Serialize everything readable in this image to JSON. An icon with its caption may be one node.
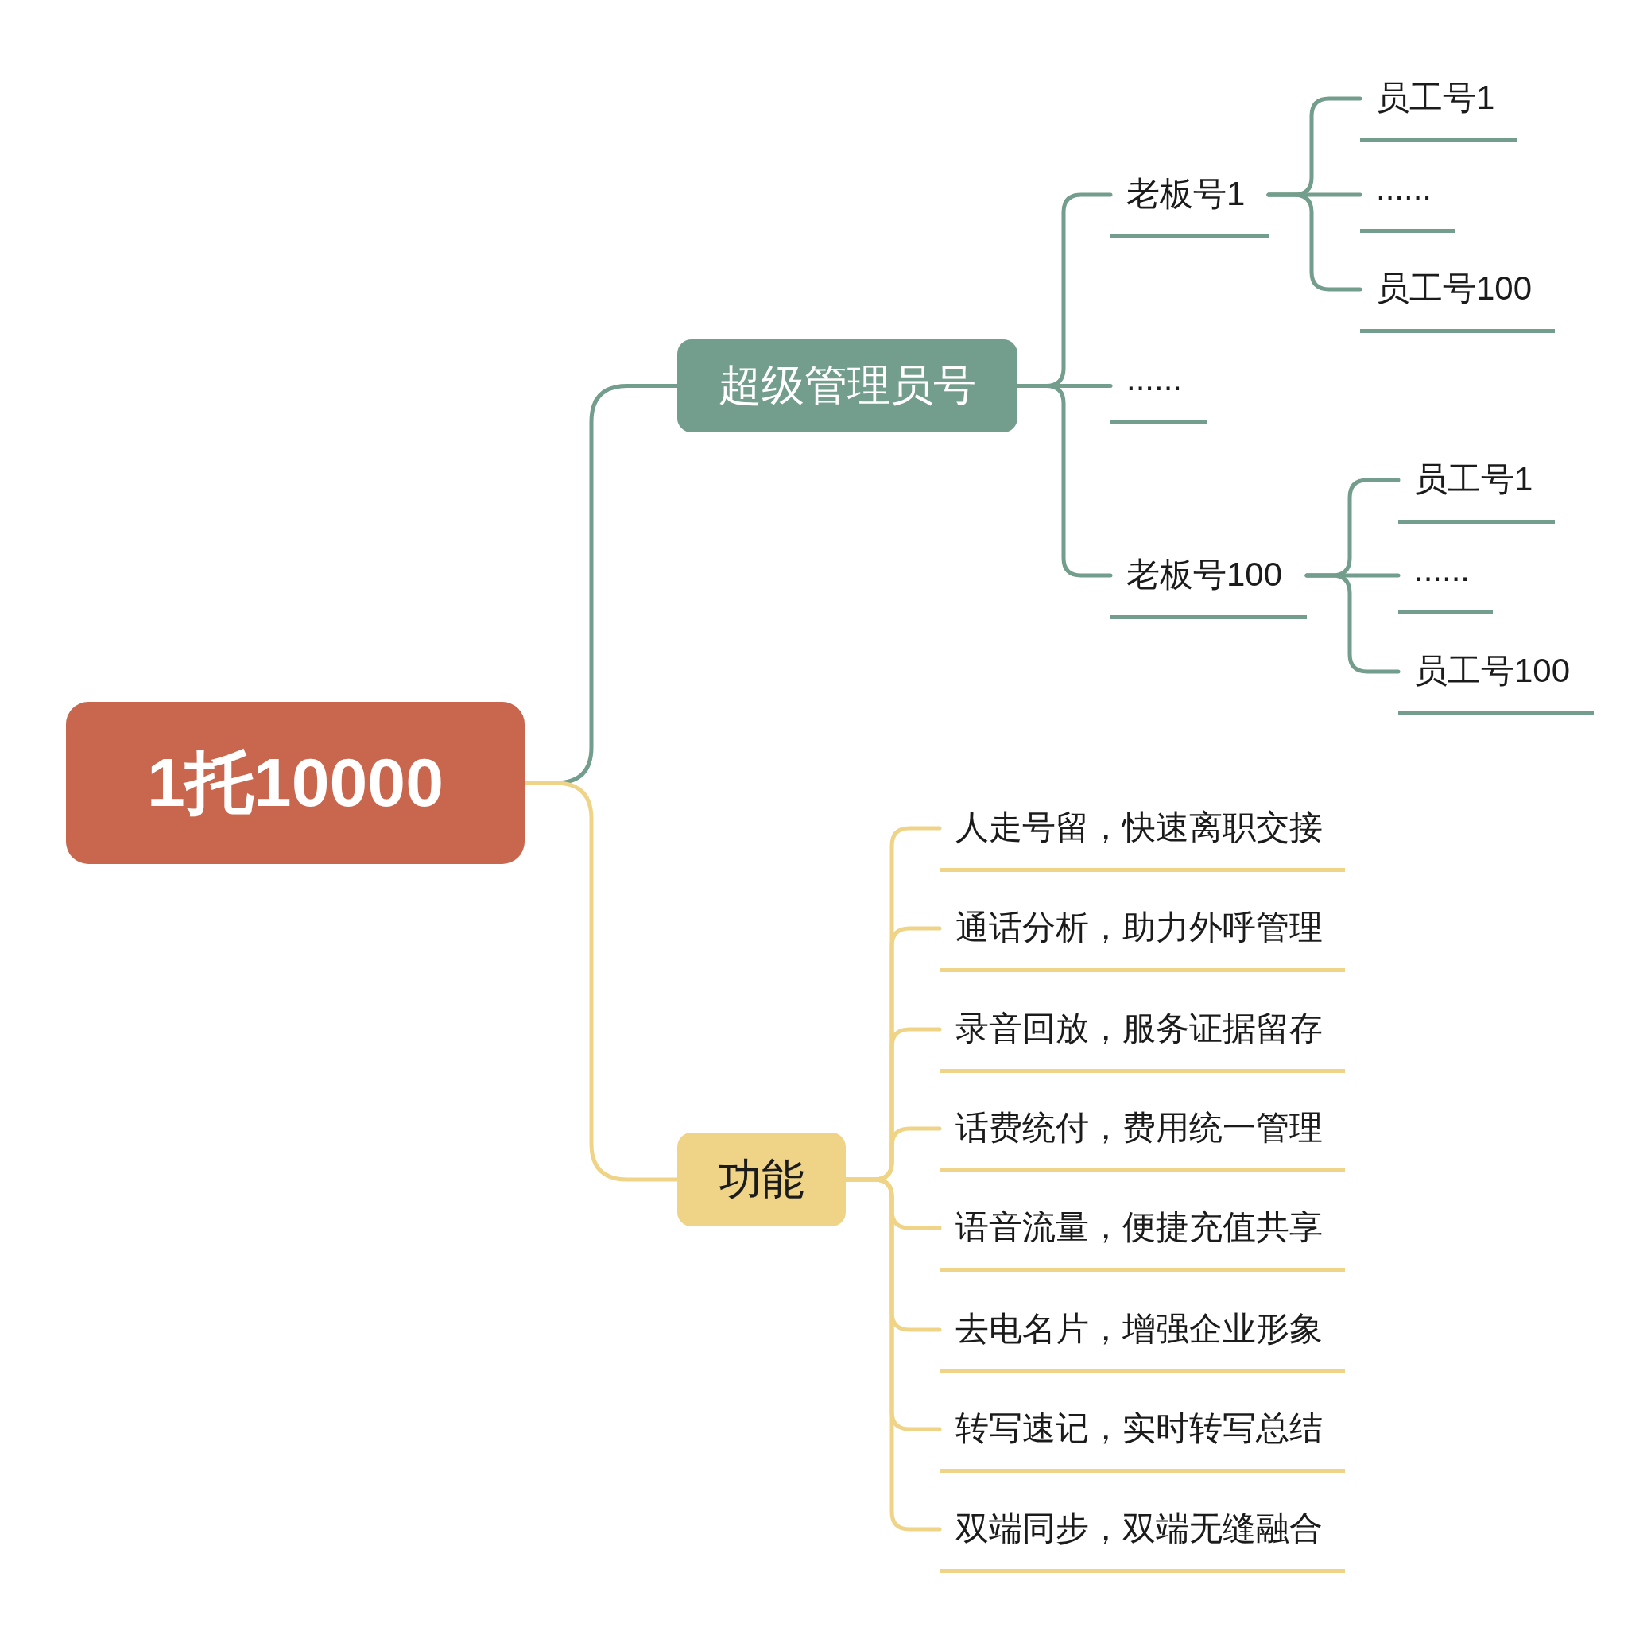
{
  "diagram": {
    "nodes": [
      {
        "text": [
          "1托10000"
        ]
      },
      {
        "text": [
          "超级管理员号"
        ]
      },
      {
        "text": [
          "老板号1"
        ]
      },
      {
        "text": [
          "员工号1"
        ]
      },
      {
        "text": [
          "......"
        ]
      },
      {
        "text": [
          "员工号100"
        ]
      },
      {
        "text": [
          "......"
        ]
      },
      {
        "text": [
          "老板号100"
        ]
      },
      {
        "text": [
          "员工号1"
        ]
      },
      {
        "text": [
          "......"
        ]
      },
      {
        "text": [
          "员工号100"
        ]
      },
      {
        "text": [
          "功能"
        ]
      },
      {
        "text": [
          "人走号留，快速离职交接"
        ]
      },
      {
        "text": [
          "通话分析，助力外呼管理"
        ]
      },
      {
        "text": [
          "录音回放，服务证据留存"
        ]
      },
      {
        "text": [
          "话费统付，费用统一管理"
        ]
      },
      {
        "text": [
          "语音流量，便捷充值共享"
        ]
      },
      {
        "text": [
          "去电名片，增强企业形象"
        ]
      },
      {
        "text": [
          "转写速记，实时转写总结"
        ]
      },
      {
        "text": [
          "双端同步，双端无缝融合"
        ]
      }
    ],
    "edges": [
      {
        "from": 0,
        "to": 1,
        "arrow": "none"
      },
      {
        "from": 0,
        "to": 11,
        "arrow": "none",
        "color": "#efd488"
      },
      {
        "from": 1,
        "to": 2,
        "arrow": "none"
      },
      {
        "from": 1,
        "to": 6,
        "arrow": "none"
      },
      {
        "from": 1,
        "to": 7,
        "arrow": "none"
      },
      {
        "from": 2,
        "to": 3,
        "arrow": "none"
      },
      {
        "from": 2,
        "to": 4,
        "arrow": "none"
      },
      {
        "from": 2,
        "to": 5,
        "arrow": "none"
      },
      {
        "from": 7,
        "to": 8,
        "arrow": "none"
      },
      {
        "from": 7,
        "to": 9,
        "arrow": "none"
      },
      {
        "from": 7,
        "to": 10,
        "arrow": "none"
      },
      {
        "from": 11,
        "to": 12,
        "arrow": "none",
        "color": "#efd488"
      },
      {
        "from": 11,
        "to": 13,
        "arrow": "none",
        "color": "#efd488"
      },
      {
        "from": 11,
        "to": 14,
        "arrow": "none",
        "color": "#efd488"
      },
      {
        "from": 11,
        "to": 15,
        "arrow": "none",
        "color": "#efd488"
      },
      {
        "from": 11,
        "to": 16,
        "arrow": "none",
        "color": "#efd488"
      },
      {
        "from": 11,
        "to": 17,
        "arrow": "none",
        "color": "#efd488"
      },
      {
        "from": 11,
        "to": 18,
        "arrow": "none",
        "color": "#efd488"
      },
      {
        "from": 11,
        "to": 19,
        "arrow": "none",
        "color": "#efd488"
      }
    ]
  }
}
